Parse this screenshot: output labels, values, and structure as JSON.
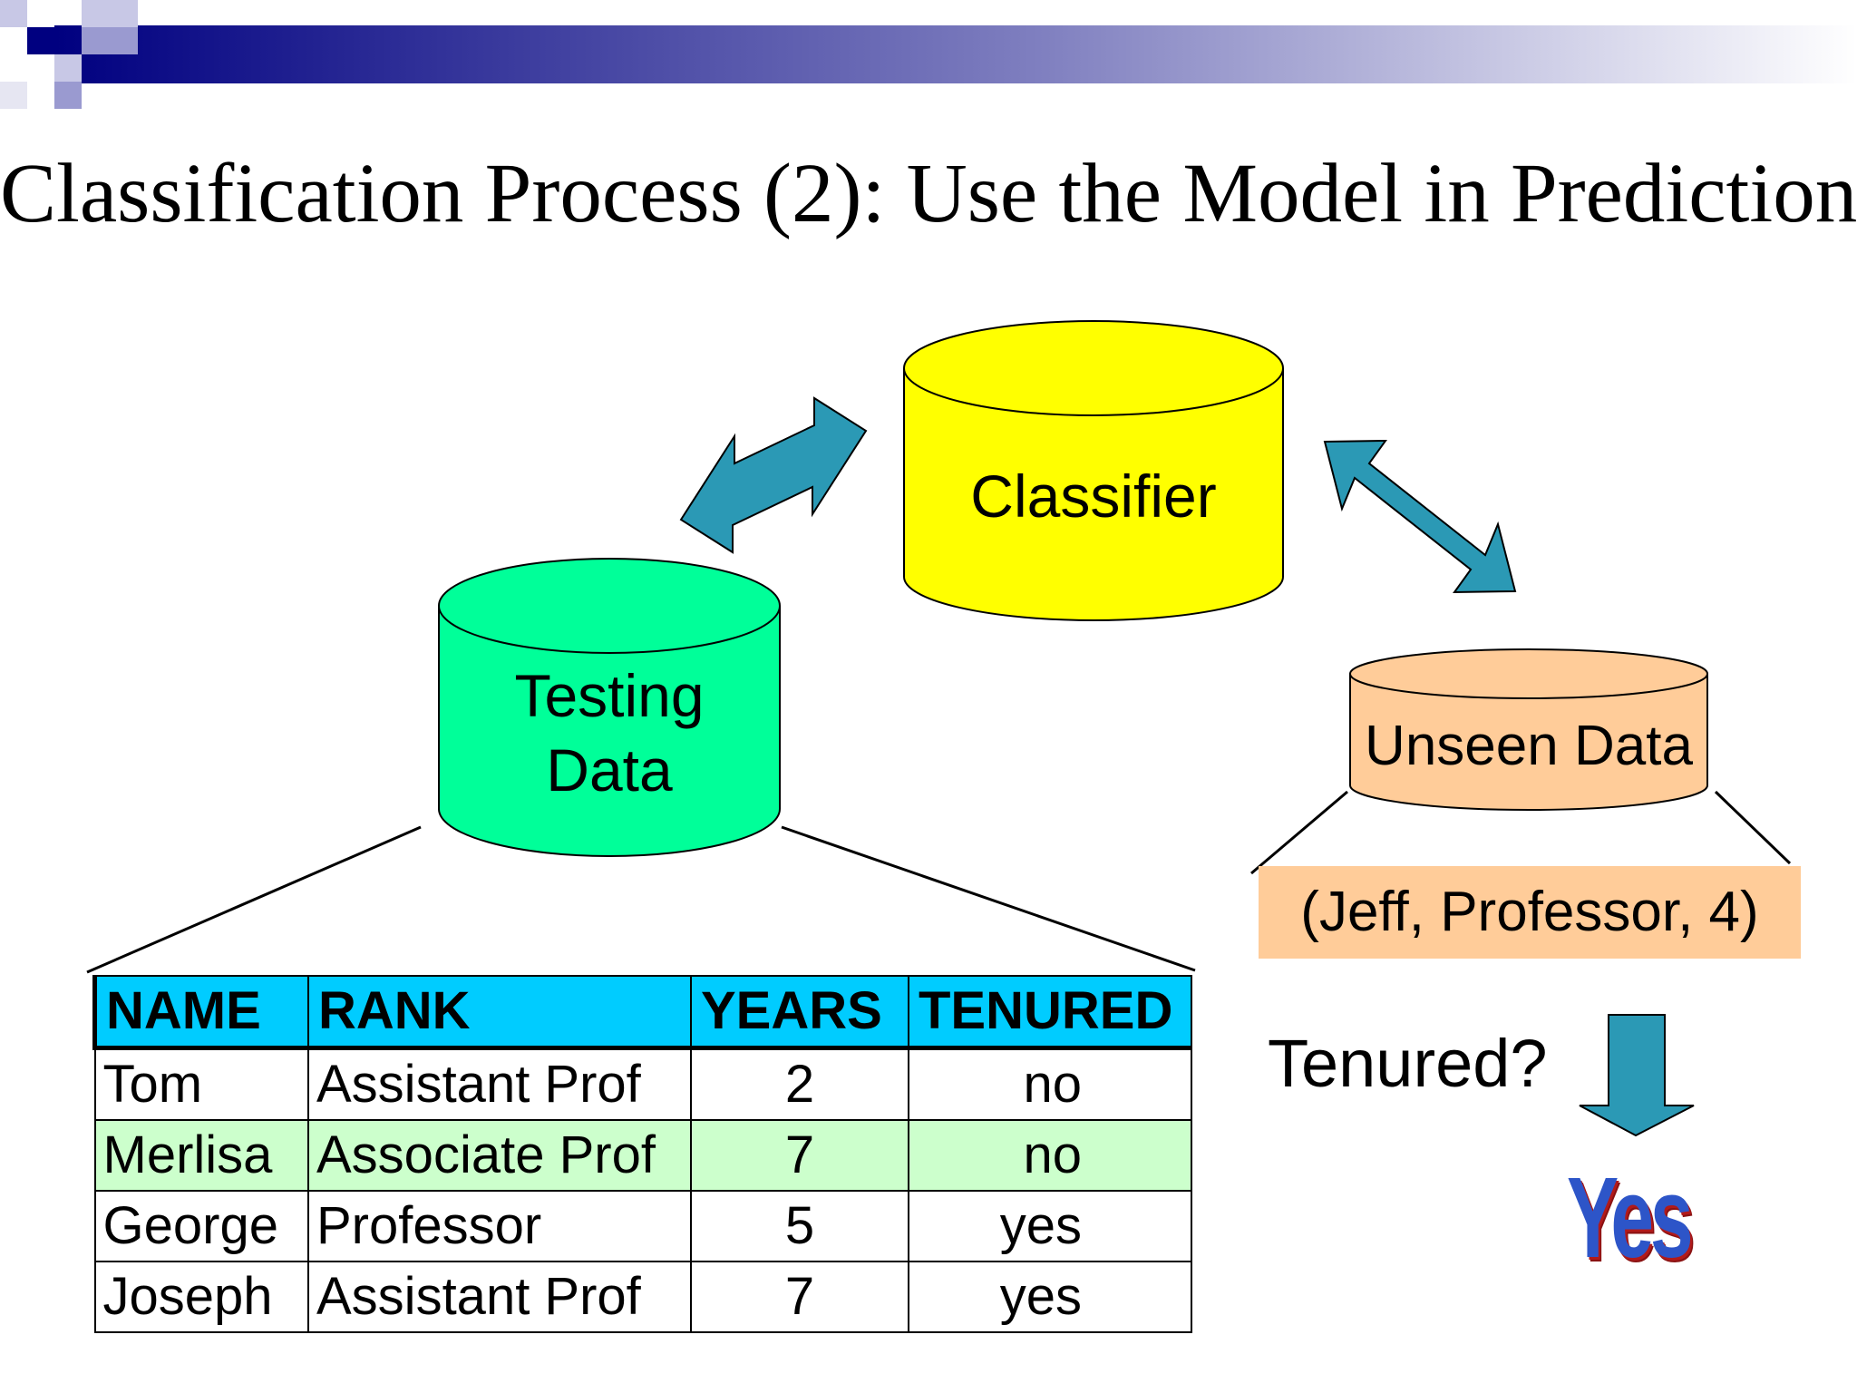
{
  "slide": {
    "title": "Classification Process (2): Use the Model in Prediction"
  },
  "colors": {
    "banner_dark": "#000080",
    "classifier_fill": "#ffff00",
    "testing_fill": "#00ff99",
    "unseen_fill": "#ffcc99",
    "arrow_fill": "#2b99b5",
    "table_header": "#00ccff",
    "table_highlight": "#ccffcc",
    "answer_text": "#2d55c8",
    "answer_shadow": "#b21a1a"
  },
  "classifier": {
    "label": "Classifier"
  },
  "testing_data": {
    "label_line1": "Testing",
    "label_line2": "Data"
  },
  "unseen_data": {
    "label": "Unseen Data",
    "record": "(Jeff, Professor, 4)"
  },
  "prediction": {
    "question": "Tenured?",
    "answer": "Yes"
  },
  "table": {
    "headers": [
      "NAME",
      "RANK",
      "YEARS",
      "TENURED"
    ],
    "rows": [
      [
        "Tom",
        "Assistant Prof",
        "2",
        "no"
      ],
      [
        "Merlisa",
        "Associate Prof",
        "7",
        "no"
      ],
      [
        "George",
        "Professor",
        "5",
        "yes"
      ],
      [
        "Joseph",
        "Assistant Prof",
        "7",
        "yes"
      ]
    ],
    "highlighted_row": 1
  }
}
